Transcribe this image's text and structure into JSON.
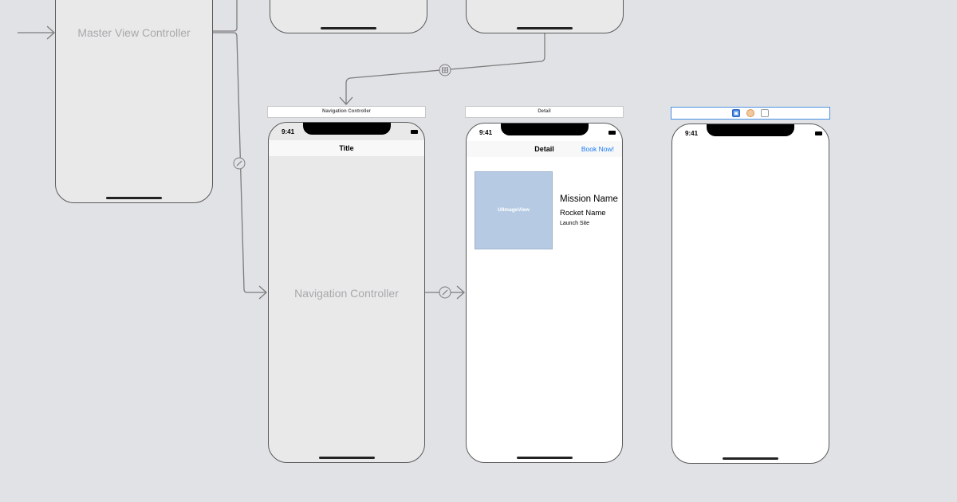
{
  "master_scene": {
    "label": "Master View Controller"
  },
  "navigation_scene": {
    "header": "Navigation Controller",
    "status_time": "9:41",
    "nav_title": "Title",
    "label": "Navigation Controller"
  },
  "detail_scene": {
    "header": "Detail",
    "status_time": "9:41",
    "nav_title": "Detail",
    "nav_right_button": "Book Now!",
    "image_view_label": "UIImageView",
    "mission_name": "Mission Name",
    "rocket_name": "Rocket Name",
    "launch_site": "Launch Site"
  },
  "blank_scene": {
    "status_time": "9:41",
    "toolbar_icons": [
      "view-controller-icon",
      "first-responder-icon",
      "exit-icon"
    ]
  },
  "colors": {
    "canvas": "#e1e2e6",
    "scene_grey": "#e9e9ea",
    "image_view": "#b6cbe3",
    "accent_blue": "#1a7cf5",
    "selection": "#4a90e2"
  }
}
